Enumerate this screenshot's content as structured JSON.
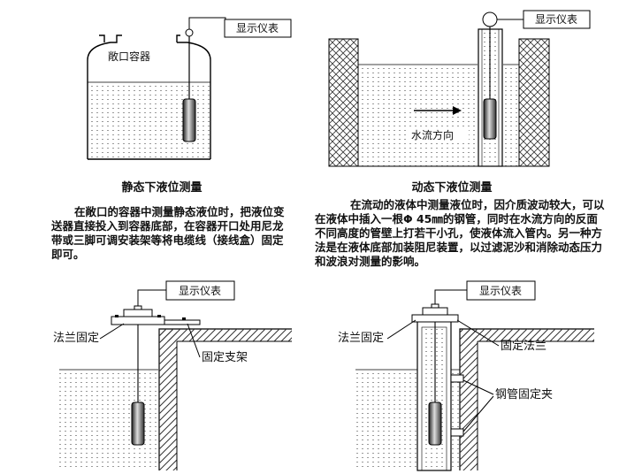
{
  "labels": {
    "meter_1": "显示仪表",
    "open_container": "敞口容器",
    "meter_2": "显示仪表",
    "flow_direction": "水流方向",
    "meter_3": "显示仪表",
    "flange_fixed_1": "法兰固定",
    "fixed_bracket": "固定支架",
    "meter_4": "显示仪表",
    "flange_fixed_2": "法兰固定",
    "fixed_flange": "固定法兰",
    "pipe_clamp": "钢管固定夹"
  },
  "captions": {
    "static": "静态下液位测量",
    "dynamic": "动态下液位测量"
  },
  "paragraphs": {
    "static": "在敞口的容器中测量静态液位时，把液位变送器直接投入到容器底部，在容器开口处用尼龙带或三脚可调安装架等将电缆线（接线盒）固定即可。",
    "dynamic": "在流动的液体中测量液位时，因介质波动较大，可以在液体中插入一根Φ 45㎜的钢管，同时在水流方向的反面不同高度的管壁上打若干小孔，使液体流入管内。另一种方法是在液体底部加装阻尼装置，以过滤泥沙和消除动态压力和波浪对测量的影响。"
  }
}
